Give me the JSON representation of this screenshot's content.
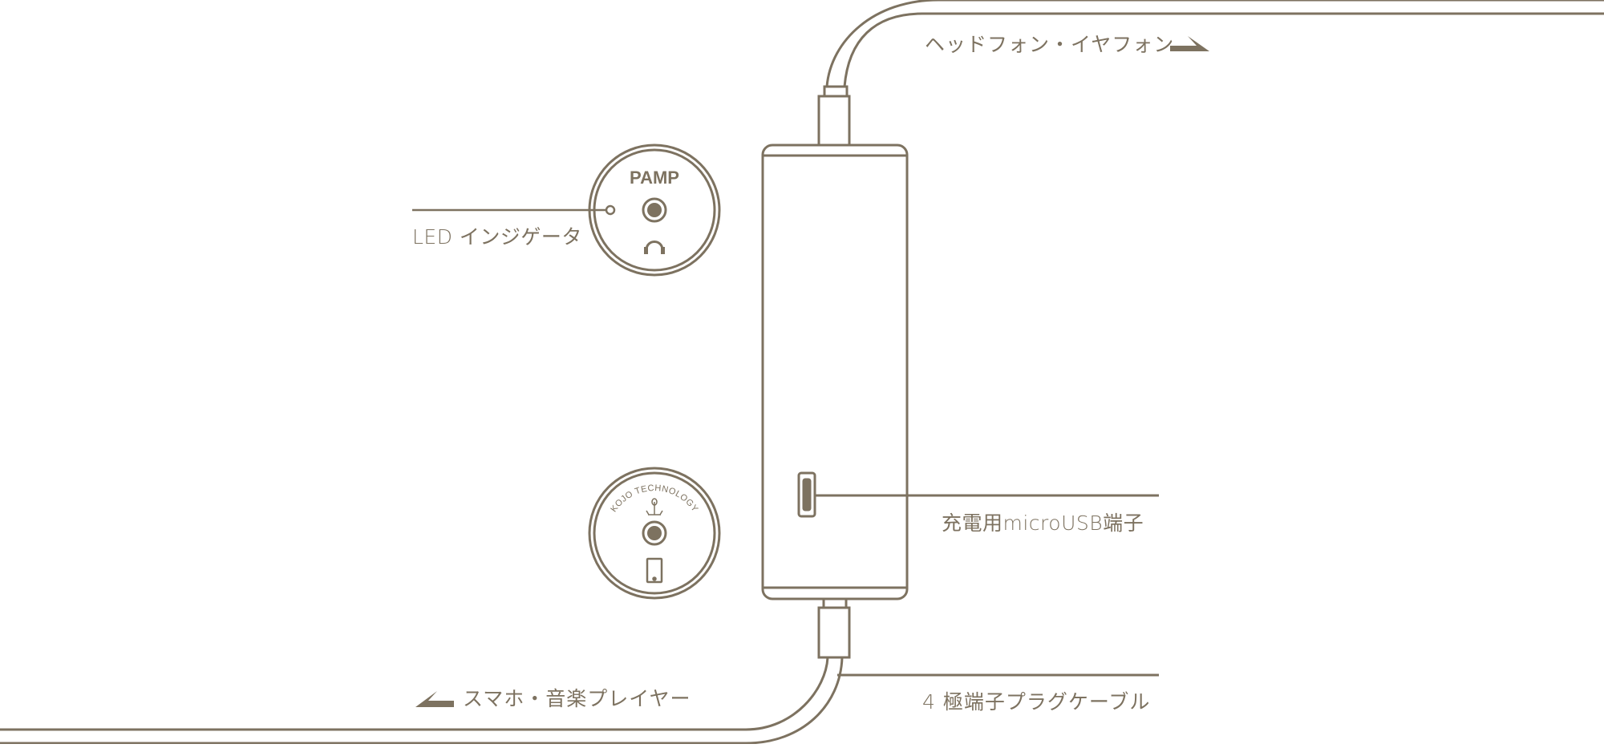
{
  "labels": {
    "headphone_output": "ヘッドフォン・イヤフォン",
    "led_indicator": "LED インジゲータ",
    "charging_port": "充電用microUSB端子",
    "plug_cable": "4 極端子プラグケーブル",
    "phone_input": "スマホ・音楽プレイヤー"
  },
  "device": {
    "top_face_brand": "PAMP",
    "bottom_face_brand": "KOJO TECHNOLOGY"
  },
  "icons": {
    "top_face": [
      "led-dot-icon",
      "headphone-jack-icon",
      "headphones-icon"
    ],
    "bottom_face": [
      "kojo-logo-icon",
      "input-jack-icon",
      "smartphone-icon"
    ],
    "arrows": [
      "arrow-right-icon",
      "arrow-left-icon"
    ]
  },
  "colors": {
    "line": "#7d7260",
    "background": "#ffffff"
  }
}
